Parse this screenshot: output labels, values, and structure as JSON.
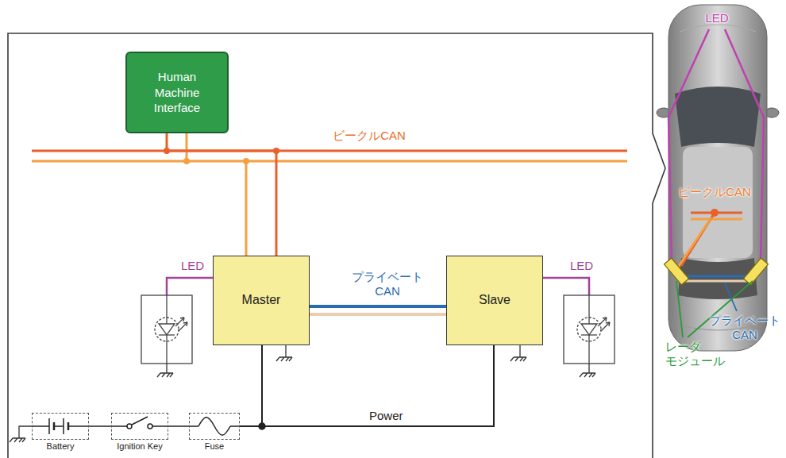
{
  "diagram": {
    "nodes": [
      {
        "text": [
          "Human Machine Interface"
        ]
      },
      {
        "text": [
          "Master"
        ]
      },
      {
        "text": [
          "Slave"
        ]
      },
      {
        "text": [
          "Battery"
        ]
      },
      {
        "text": [
          "Ignition Key"
        ]
      },
      {
        "text": [
          "Fuse"
        ]
      }
    ],
    "edges": [
      {
        "from": 0,
        "to": 1,
        "arrow": "none",
        "label": "ビークルCAN"
      },
      {
        "from": 1,
        "to": 2,
        "arrow": "none",
        "label": "プライベート CAN"
      },
      {
        "from": 3,
        "to": 4,
        "arrow": "none"
      },
      {
        "from": 4,
        "to": 5,
        "arrow": "none"
      },
      {
        "from": 5,
        "to": 1,
        "arrow": "none"
      },
      {
        "from": 5,
        "to": 2,
        "arrow": "none"
      }
    ],
    "labels": [
      "LED",
      "LED",
      "Power",
      "LED",
      "ビークルCAN",
      "プライベート CAN",
      "レーダ モジュール"
    ]
  }
}
